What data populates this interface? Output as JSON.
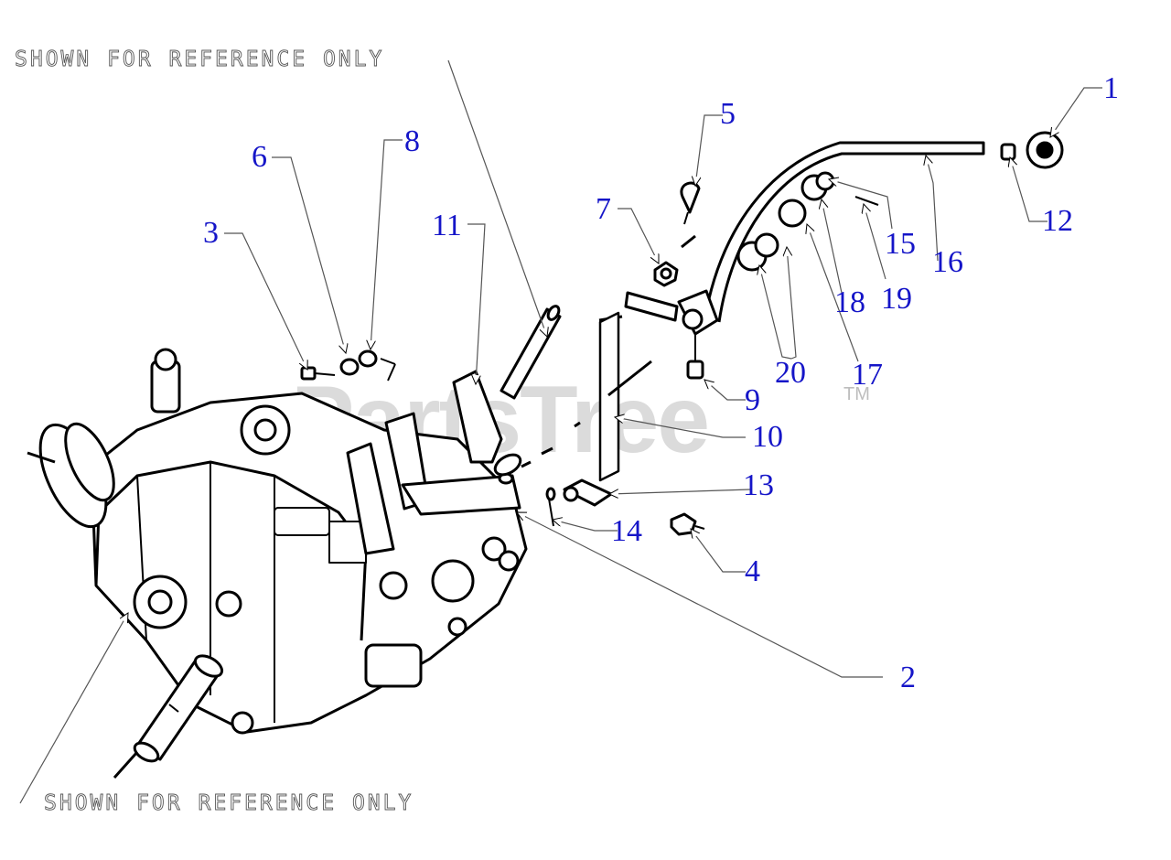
{
  "diagram": {
    "reference_note_top": "SHOWN FOR REFERENCE ONLY",
    "reference_note_bottom": "SHOWN FOR REFERENCE ONLY",
    "watermark": "PartsTree",
    "trademark": "TM",
    "callouts": {
      "c1": "1",
      "c2": "2",
      "c3": "3",
      "c4": "4",
      "c5": "5",
      "c6": "6",
      "c7": "7",
      "c8": "8",
      "c9": "9",
      "c10": "10",
      "c11": "11",
      "c12": "12",
      "c13": "13",
      "c14": "14",
      "c15": "15",
      "c16": "16",
      "c17": "17",
      "c18": "18",
      "c19": "19",
      "c20": "20"
    },
    "colors": {
      "callout": "#1515c8",
      "linework": "#000000",
      "watermark": "#cfcfcf"
    }
  }
}
